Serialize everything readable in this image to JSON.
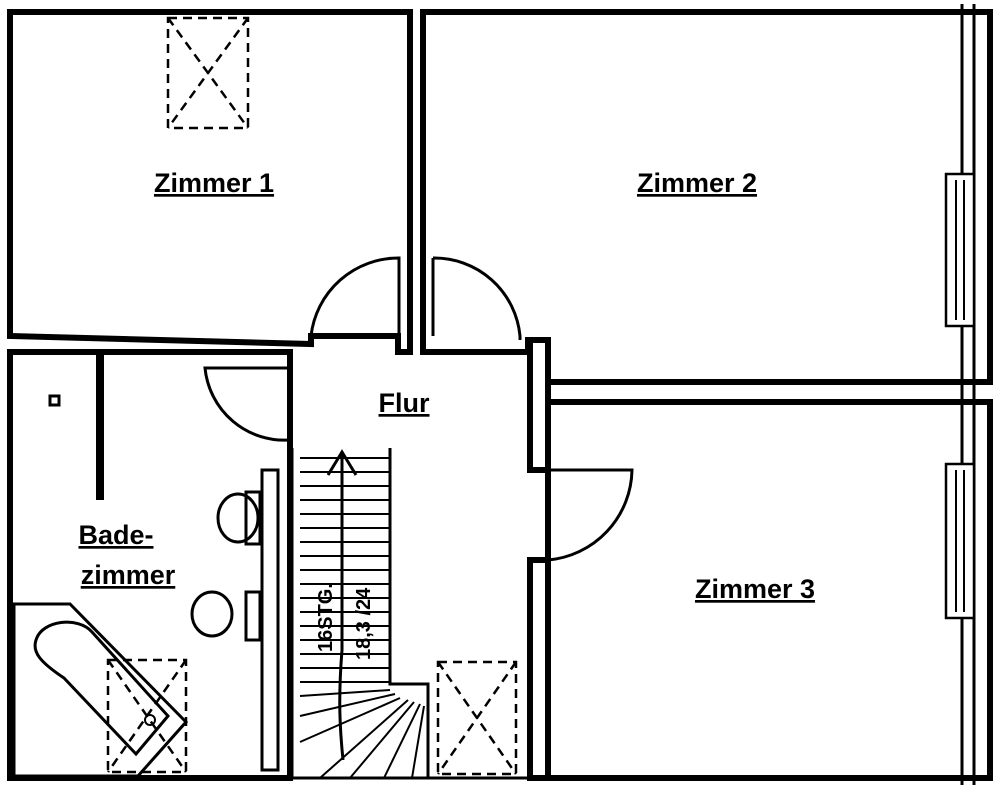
{
  "rooms": {
    "zimmer1": "Zimmer 1",
    "zimmer2": "Zimmer 2",
    "zimmer3": "Zimmer 3",
    "flur": "Flur",
    "bad_line1": "Bade-",
    "bad_line2": "zimmer"
  },
  "stairs": {
    "steps": "16STG.",
    "ratio": "18,3 /24"
  }
}
